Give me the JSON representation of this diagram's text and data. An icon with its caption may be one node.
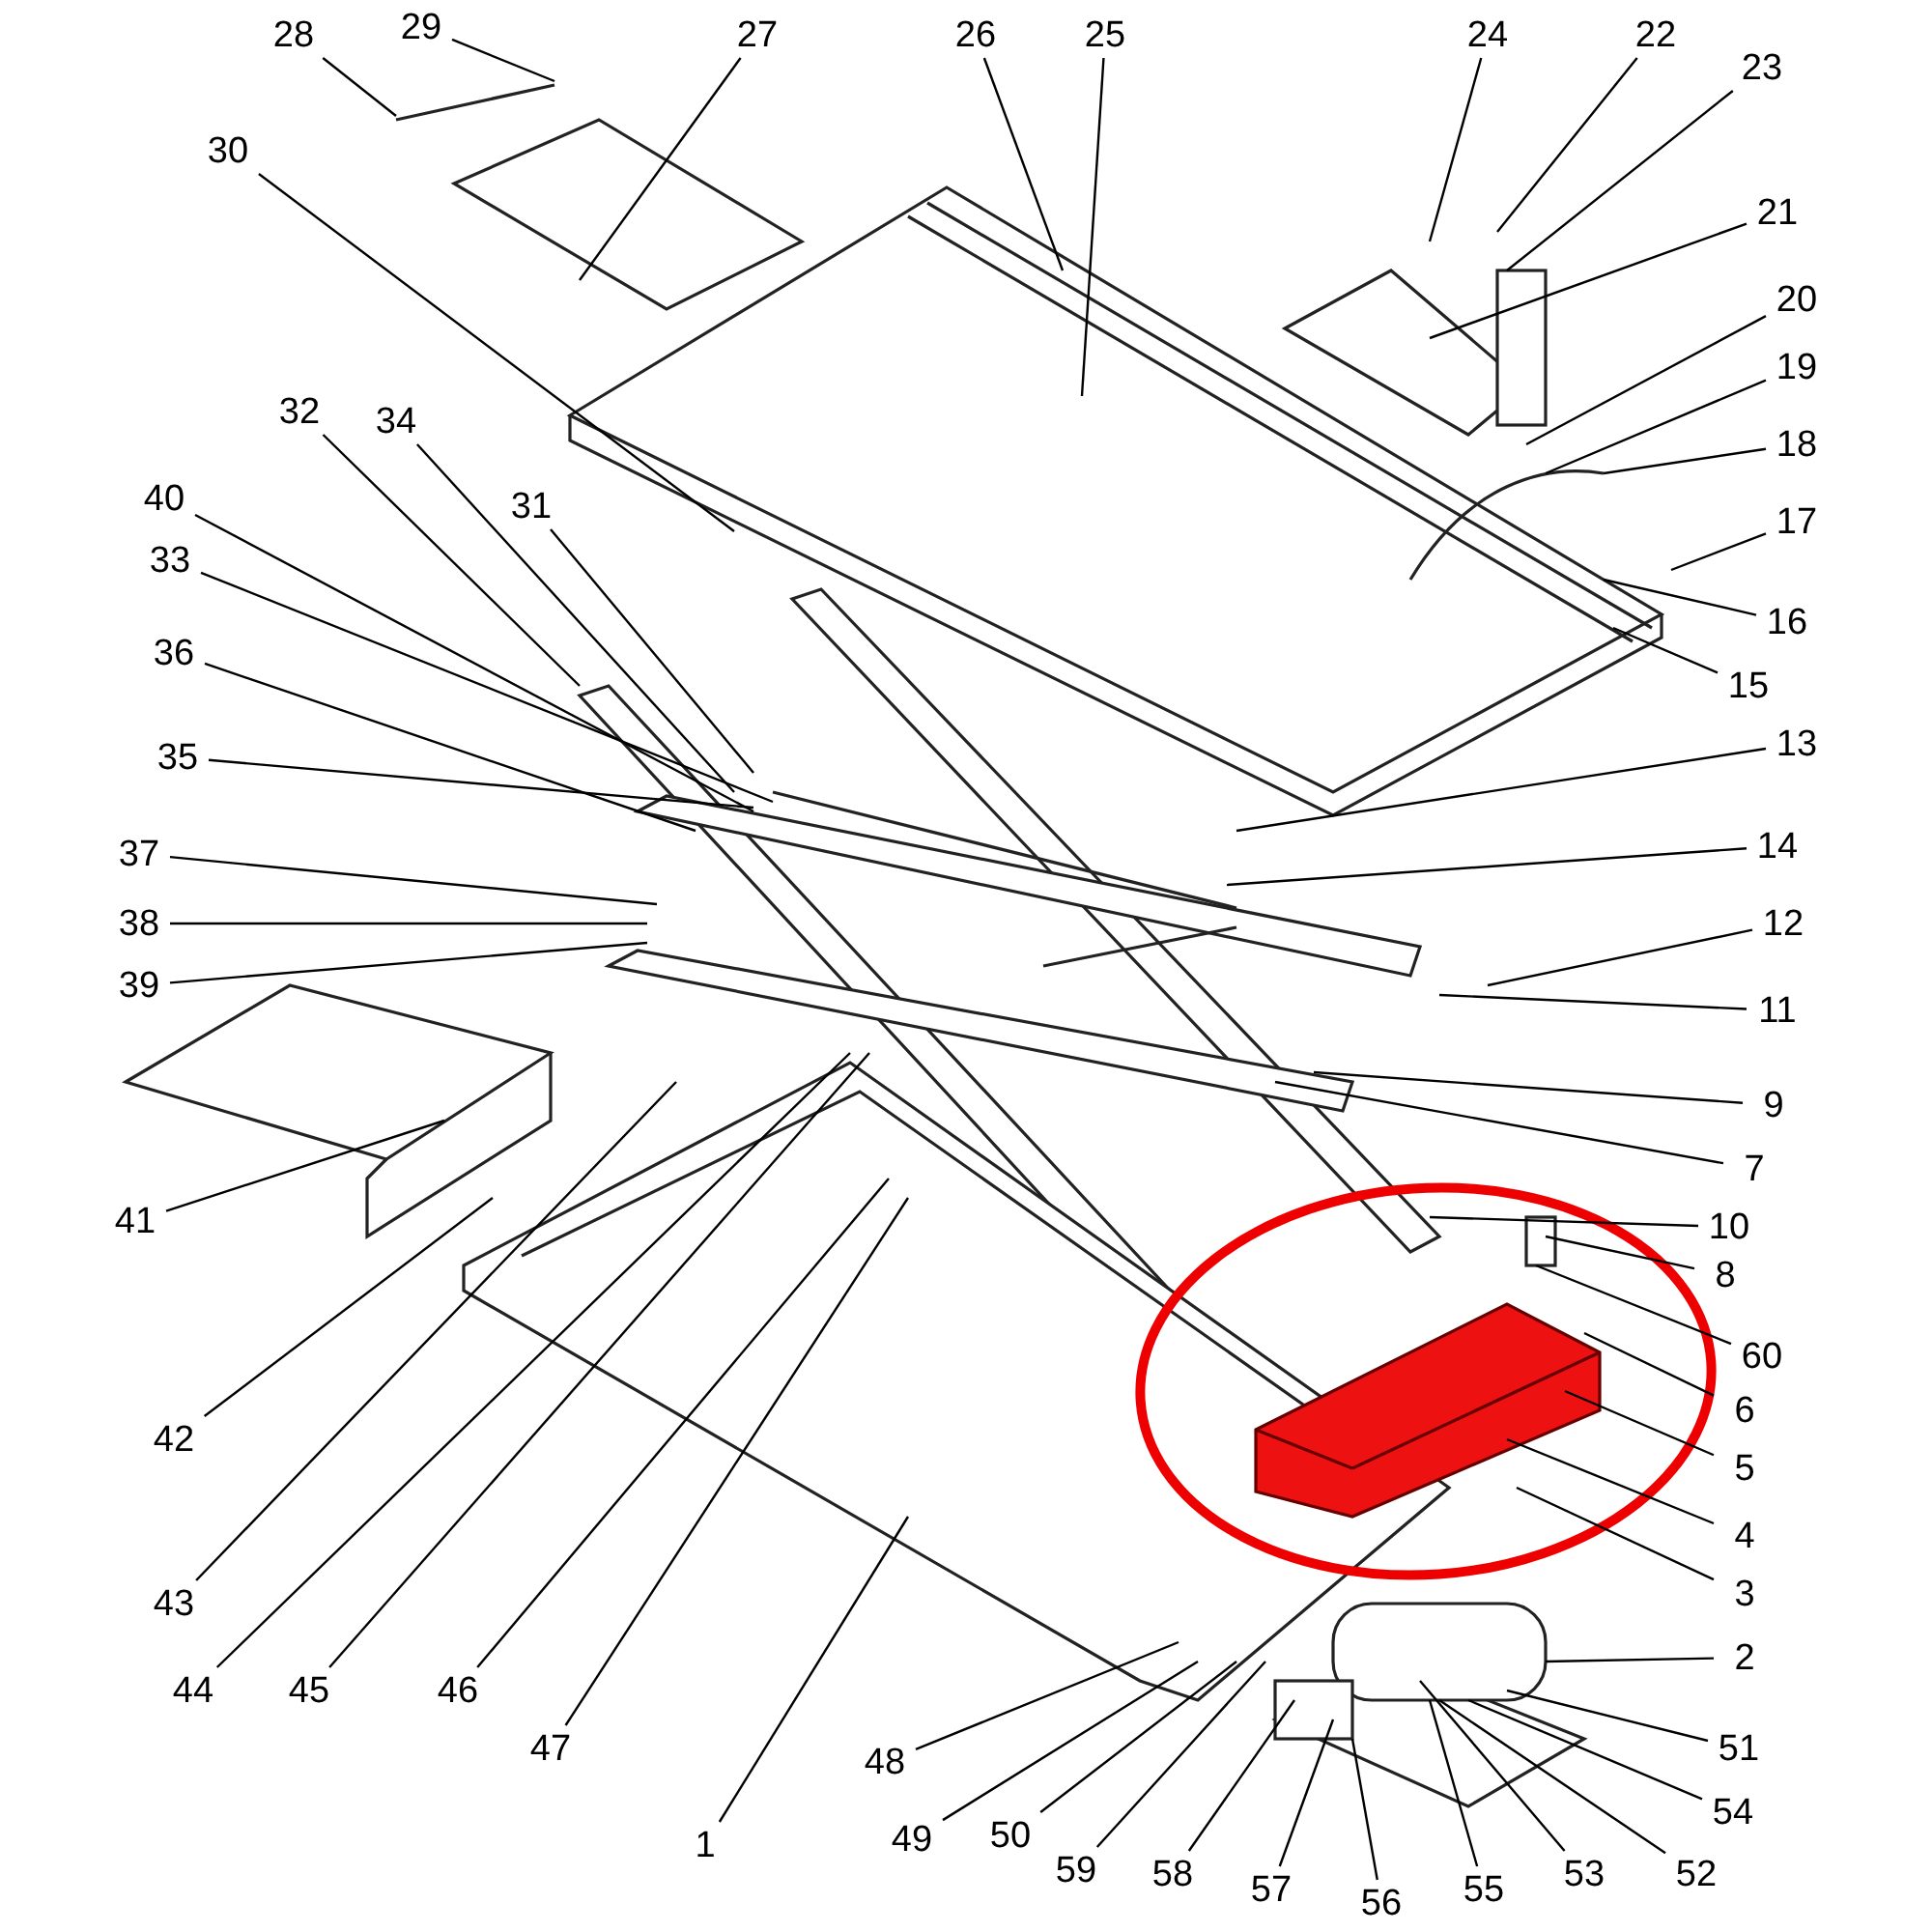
{
  "diagram": {
    "nodes": [
      {
        "text": [
          "28"
        ]
      },
      {
        "text": [
          "29"
        ]
      },
      {
        "text": [
          "27"
        ]
      },
      {
        "text": [
          "26"
        ]
      },
      {
        "text": [
          "25"
        ]
      },
      {
        "text": [
          "24"
        ]
      },
      {
        "text": [
          "22"
        ]
      },
      {
        "text": [
          "23"
        ]
      },
      {
        "text": [
          "30"
        ]
      },
      {
        "text": [
          "21"
        ]
      },
      {
        "text": [
          "20"
        ]
      },
      {
        "text": [
          "19"
        ]
      },
      {
        "text": [
          "32"
        ]
      },
      {
        "text": [
          "34"
        ]
      },
      {
        "text": [
          "18"
        ]
      },
      {
        "text": [
          "40"
        ]
      },
      {
        "text": [
          "31"
        ]
      },
      {
        "text": [
          "17"
        ]
      },
      {
        "text": [
          "33"
        ]
      },
      {
        "text": [
          "16"
        ]
      },
      {
        "text": [
          "36"
        ]
      },
      {
        "text": [
          "15"
        ]
      },
      {
        "text": [
          "13"
        ]
      },
      {
        "text": [
          "35"
        ]
      },
      {
        "text": [
          "14"
        ]
      },
      {
        "text": [
          "37"
        ]
      },
      {
        "text": [
          "38"
        ]
      },
      {
        "text": [
          "12"
        ]
      },
      {
        "text": [
          "39"
        ]
      },
      {
        "text": [
          "11"
        ]
      },
      {
        "text": [
          "9"
        ]
      },
      {
        "text": [
          "7"
        ]
      },
      {
        "text": [
          "41"
        ]
      },
      {
        "text": [
          "10"
        ]
      },
      {
        "text": [
          "8"
        ]
      },
      {
        "text": [
          "60"
        ]
      },
      {
        "text": [
          "6"
        ]
      },
      {
        "text": [
          "42"
        ]
      },
      {
        "text": [
          "5"
        ]
      },
      {
        "text": [
          "4"
        ]
      },
      {
        "text": [
          "3"
        ]
      },
      {
        "text": [
          "43"
        ]
      },
      {
        "text": [
          "2"
        ]
      },
      {
        "text": [
          "44"
        ]
      },
      {
        "text": [
          "45"
        ]
      },
      {
        "text": [
          "46"
        ]
      },
      {
        "text": [
          "47"
        ]
      },
      {
        "text": [
          "51"
        ]
      },
      {
        "text": [
          "48"
        ]
      },
      {
        "text": [
          "54"
        ]
      },
      {
        "text": [
          "49"
        ]
      },
      {
        "text": [
          "50"
        ]
      },
      {
        "text": [
          "1"
        ]
      },
      {
        "text": [
          "59"
        ]
      },
      {
        "text": [
          "58"
        ]
      },
      {
        "text": [
          "57"
        ]
      },
      {
        "text": [
          "52"
        ]
      },
      {
        "text": [
          "53"
        ]
      },
      {
        "text": [
          "55"
        ]
      },
      {
        "text": [
          "56"
        ]
      }
    ],
    "edges": [
      {
        "from": 0,
        "to": null,
        "arrow": "none"
      },
      {
        "from": 1,
        "to": null,
        "arrow": "none"
      },
      {
        "from": 2,
        "to": null,
        "arrow": "none"
      },
      {
        "from": 3,
        "to": null,
        "arrow": "none"
      },
      {
        "from": 4,
        "to": null,
        "arrow": "none"
      },
      {
        "from": 5,
        "to": null,
        "arrow": "none"
      },
      {
        "from": 6,
        "to": null,
        "arrow": "none"
      },
      {
        "from": 7,
        "to": null,
        "arrow": "none"
      },
      {
        "from": 8,
        "to": null,
        "arrow": "none"
      },
      {
        "from": 9,
        "to": null,
        "arrow": "none"
      },
      {
        "from": 10,
        "to": null,
        "arrow": "none"
      },
      {
        "from": 11,
        "to": null,
        "arrow": "none"
      },
      {
        "from": 12,
        "to": null,
        "arrow": "none"
      },
      {
        "from": 13,
        "to": null,
        "arrow": "none"
      },
      {
        "from": 14,
        "to": null,
        "arrow": "none"
      },
      {
        "from": 15,
        "to": null,
        "arrow": "none"
      },
      {
        "from": 16,
        "to": null,
        "arrow": "none"
      },
      {
        "from": 17,
        "to": null,
        "arrow": "none"
      },
      {
        "from": 18,
        "to": null,
        "arrow": "none"
      },
      {
        "from": 19,
        "to": null,
        "arrow": "none"
      },
      {
        "from": 20,
        "to": null,
        "arrow": "none"
      },
      {
        "from": 21,
        "to": null,
        "arrow": "none"
      },
      {
        "from": 22,
        "to": null,
        "arrow": "none"
      },
      {
        "from": 23,
        "to": null,
        "arrow": "none"
      },
      {
        "from": 24,
        "to": null,
        "arrow": "none"
      },
      {
        "from": 25,
        "to": null,
        "arrow": "none"
      },
      {
        "from": 26,
        "to": null,
        "arrow": "none"
      },
      {
        "from": 27,
        "to": null,
        "arrow": "none"
      },
      {
        "from": 28,
        "to": null,
        "arrow": "none"
      },
      {
        "from": 29,
        "to": null,
        "arrow": "none"
      },
      {
        "from": 30,
        "to": null,
        "arrow": "none"
      },
      {
        "from": 31,
        "to": null,
        "arrow": "none"
      },
      {
        "from": 32,
        "to": null,
        "arrow": "none"
      },
      {
        "from": 33,
        "to": null,
        "arrow": "none"
      },
      {
        "from": 34,
        "to": null,
        "arrow": "none"
      },
      {
        "from": 35,
        "to": null,
        "arrow": "none"
      },
      {
        "from": 36,
        "to": null,
        "arrow": "none"
      },
      {
        "from": 37,
        "to": null,
        "arrow": "none"
      },
      {
        "from": 38,
        "to": null,
        "arrow": "none"
      },
      {
        "from": 39,
        "to": null,
        "arrow": "none"
      },
      {
        "from": 40,
        "to": null,
        "arrow": "none"
      },
      {
        "from": 41,
        "to": null,
        "arrow": "none"
      },
      {
        "from": 42,
        "to": null,
        "arrow": "none"
      },
      {
        "from": 43,
        "to": null,
        "arrow": "none"
      },
      {
        "from": 44,
        "to": null,
        "arrow": "none"
      },
      {
        "from": 45,
        "to": null,
        "arrow": "none"
      },
      {
        "from": 46,
        "to": null,
        "arrow": "none"
      },
      {
        "from": 47,
        "to": null,
        "arrow": "none"
      },
      {
        "from": 48,
        "to": null,
        "arrow": "none"
      },
      {
        "from": 49,
        "to": null,
        "arrow": "none"
      },
      {
        "from": 50,
        "to": null,
        "arrow": "none"
      },
      {
        "from": 51,
        "to": null,
        "arrow": "none"
      },
      {
        "from": 52,
        "to": null,
        "arrow": "none"
      },
      {
        "from": 53,
        "to": null,
        "arrow": "none"
      },
      {
        "from": 54,
        "to": null,
        "arrow": "none"
      },
      {
        "from": 55,
        "to": null,
        "arrow": "none"
      },
      {
        "from": 56,
        "to": null,
        "arrow": "none"
      },
      {
        "from": 57,
        "to": null,
        "arrow": "none"
      },
      {
        "from": 58,
        "to": null,
        "arrow": "none"
      },
      {
        "from": 59,
        "to": null,
        "arrow": "none"
      }
    ]
  }
}
